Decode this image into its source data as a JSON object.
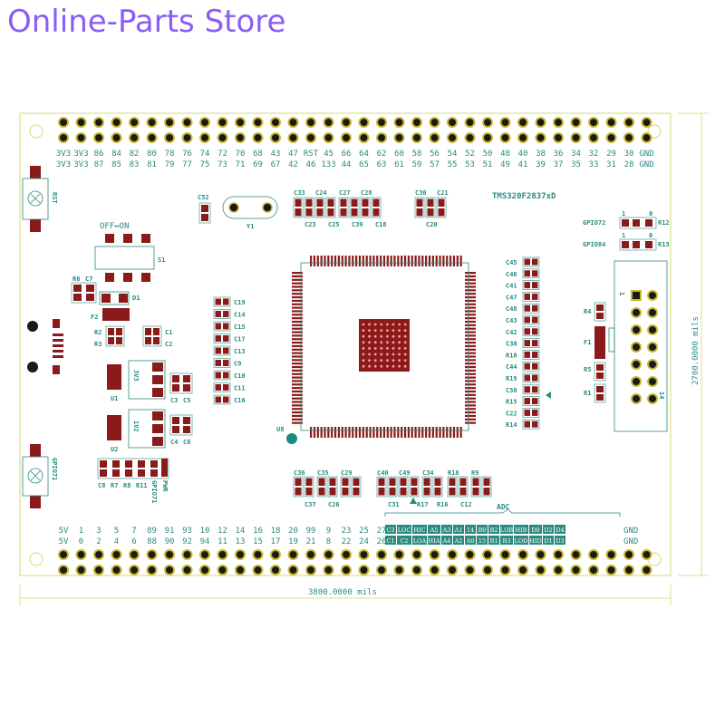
{
  "header": {
    "store_name": "Online-Parts Store"
  },
  "colors": {
    "outline": "#dde08a",
    "pad": "#1a1a1a",
    "pad_ring": "#c9b830",
    "label": "#2a8b7e",
    "component": "#8b1a1a",
    "title": "#8b5cf6"
  },
  "dimensions": {
    "width": "3800.0000 mils",
    "height": "2700.0000 mils"
  },
  "top_header": {
    "row1": [
      "3V3",
      "3V3",
      "86",
      "84",
      "82",
      "80",
      "78",
      "76",
      "74",
      "72",
      "70",
      "68",
      "43",
      "47",
      "RST",
      "45",
      "66",
      "64",
      "62",
      "60",
      "58",
      "56",
      "54",
      "52",
      "50",
      "48",
      "40",
      "38",
      "36",
      "34",
      "32",
      "29",
      "30",
      "GND"
    ],
    "row2": [
      "3V3",
      "3V3",
      "87",
      "85",
      "83",
      "81",
      "79",
      "77",
      "75",
      "73",
      "71",
      "69",
      "67",
      "42",
      "46",
      "133",
      "44",
      "65",
      "63",
      "61",
      "59",
      "57",
      "55",
      "53",
      "51",
      "49",
      "41",
      "39",
      "37",
      "35",
      "33",
      "31",
      "28",
      "GND"
    ]
  },
  "bottom_header": {
    "row1": [
      "5V",
      "1",
      "3",
      "5",
      "7",
      "89",
      "91",
      "93",
      "10",
      "12",
      "14",
      "16",
      "18",
      "20",
      "99",
      "9",
      "23",
      "25",
      "27"
    ],
    "row2": [
      "5V",
      "0",
      "2",
      "4",
      "6",
      "88",
      "90",
      "92",
      "94",
      "11",
      "13",
      "15",
      "17",
      "19",
      "21",
      "8",
      "22",
      "24",
      "26"
    ]
  },
  "adc": {
    "title": "ADC",
    "row1": [
      "C3",
      "LOC",
      "HIC",
      "A5",
      "A3",
      "A1",
      "14",
      "B0",
      "B2",
      "LOB",
      "HIB",
      "D0",
      "D2",
      "D4"
    ],
    "row2": [
      "C1",
      "C2",
      "LOA",
      "HIA",
      "A4",
      "A2",
      "A0",
      "15",
      "B1",
      "B3",
      "LOD",
      "HID",
      "D1",
      "D3"
    ],
    "gnd": "GND"
  },
  "chip": {
    "name": "TMS320F2837xD",
    "ref": "U8"
  },
  "labels": {
    "switch_mode": "OFF↔ON",
    "s1": "S1",
    "r6": "R6",
    "c7": "C7",
    "d1": "D1",
    "f2": "F2",
    "r2": "R2",
    "r3": "R3",
    "c1": "C1",
    "c2": "C2",
    "u1": "U1",
    "u1_v": "3V3",
    "c3": "C3",
    "c5": "C5",
    "u2": "U2",
    "u2_v": "1V2",
    "c4": "C4",
    "c6": "C6",
    "c8": "C8",
    "r7": "R7",
    "r8": "R8",
    "r11": "R11",
    "pwr": "PWR",
    "c52": "C52",
    "y1": "Y1",
    "rst": "RST",
    "gpio71": "GPIO71",
    "gpio72": "GPIO72",
    "gpio84": "GPIO84",
    "r12": "R12",
    "r13": "R13",
    "j_1": "1",
    "j_14": "14",
    "r4": "R4",
    "f1": "F1",
    "r5": "R5",
    "r1": "R1",
    "one": "1",
    "zero": "0"
  },
  "cap_col_left": [
    "C19",
    "C14",
    "C15",
    "C17",
    "C13",
    "C9",
    "C10",
    "C11",
    "C16"
  ],
  "cap_col_right": [
    "C45",
    "C46",
    "C41",
    "C47",
    "C48",
    "C43",
    "C42",
    "C38",
    "R18",
    "C44",
    "R19",
    "C50",
    "R15",
    "C22",
    "R14"
  ],
  "cap_top_row1": [
    "C33",
    "C24",
    "C27",
    "C28",
    "C30",
    "C21"
  ],
  "cap_top_row2": [
    "C23",
    "C25",
    "C39",
    "C18",
    "C20"
  ],
  "cap_bot_row1": [
    "C36",
    "C35",
    "C29",
    "C40",
    "C49",
    "C34",
    "R10",
    "R9"
  ],
  "cap_bot_row2": [
    "C37",
    "C26",
    "C31",
    "R17",
    "R16",
    "C12"
  ]
}
